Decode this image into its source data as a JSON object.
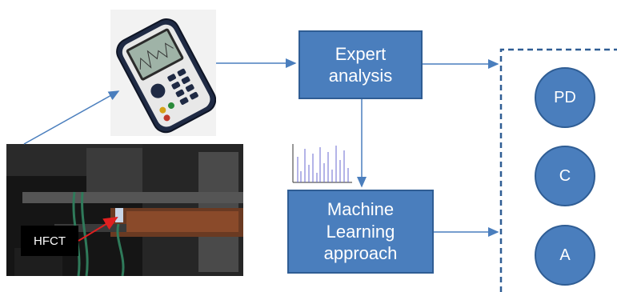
{
  "labels": {
    "hfct": "HFCT"
  },
  "boxes": {
    "expert": "Expert\nanalysis",
    "ml": "Machine\nLearning\napproach"
  },
  "classes": {
    "pd": "PD",
    "c": "C",
    "a": "A"
  },
  "colors": {
    "box_fill": "#4a7ebd",
    "box_border": "#2f5d94",
    "connector": "#4a7ebd",
    "dashed_border": "#2f5d94",
    "hfct_arrow": "#e02020"
  }
}
